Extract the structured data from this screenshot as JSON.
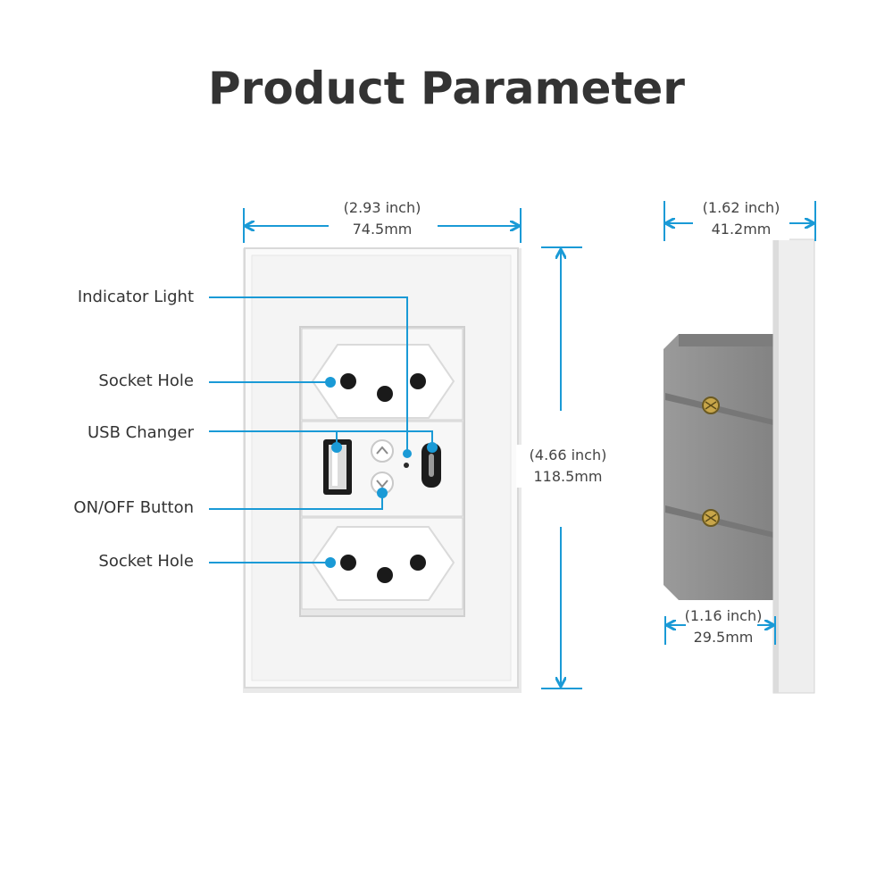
{
  "title": "Product Parameter",
  "callouts": {
    "indicator_light": "Indicator Light",
    "socket_hole_top": "Socket Hole",
    "usb_changer": "USB Changer",
    "on_off_button": "ON/OFF Button",
    "socket_hole_bottom": "Socket Hole"
  },
  "dimensions": {
    "front_width": {
      "inch": "(2.93 inch)",
      "mm": "74.5mm"
    },
    "front_height": {
      "inch": "(4.66 inch)",
      "mm": "118.5mm"
    },
    "side_depth": {
      "inch": "(1.62 inch)",
      "mm": "41.2mm"
    },
    "side_box_depth": {
      "inch": "(1.16 inch)",
      "mm": "29.5mm"
    }
  },
  "colors": {
    "accent": "#1a9ad6",
    "title": "#333333",
    "panel": "#f6f6f6",
    "side_box": "#8d8d8d"
  }
}
